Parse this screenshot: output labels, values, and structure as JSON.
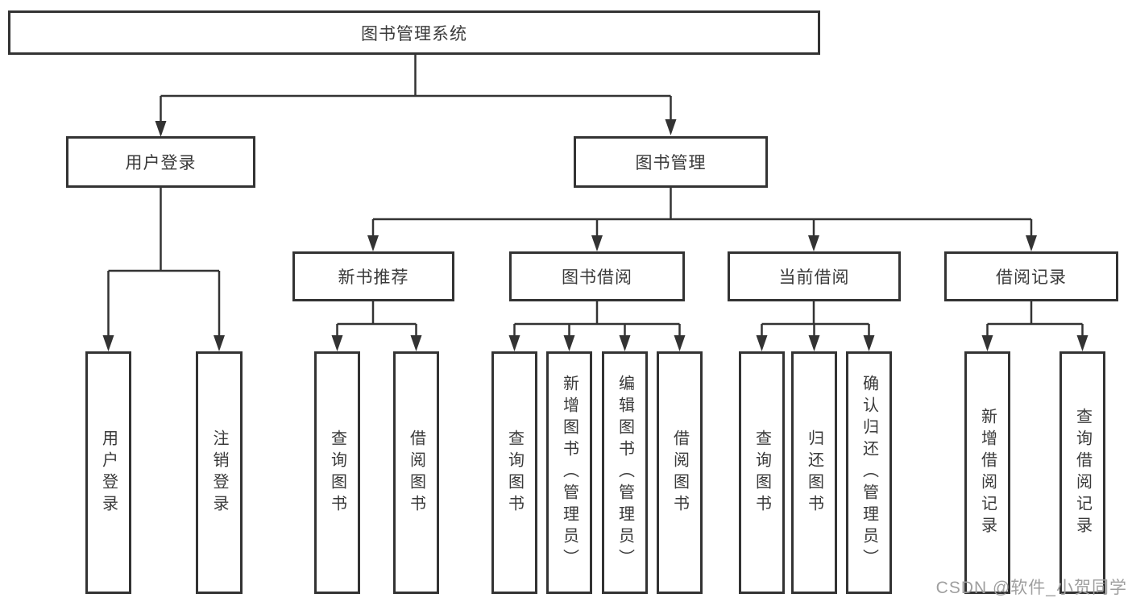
{
  "colors": {
    "background": "#ffffff",
    "line": "#333333",
    "box_border": "#333333",
    "text": "#3a3a3a",
    "watermark": "#9f9f9f"
  },
  "tree": {
    "root": {
      "label": "图书管理系统"
    },
    "branches": [
      {
        "label": "用户登录",
        "children": [
          {
            "label": "用户登录"
          },
          {
            "label": "注销登录"
          }
        ]
      },
      {
        "label": "图书管理",
        "children": [
          {
            "label": "新书推荐",
            "children": [
              {
                "label": "查询图书"
              },
              {
                "label": "借阅图书"
              }
            ]
          },
          {
            "label": "图书借阅",
            "children": [
              {
                "label": "查询图书"
              },
              {
                "label": "新增图书（管理员）"
              },
              {
                "label": "编辑图书（管理员）"
              },
              {
                "label": "借阅图书"
              }
            ]
          },
          {
            "label": "当前借阅",
            "children": [
              {
                "label": "查询图书"
              },
              {
                "label": "归还图书"
              },
              {
                "label": "确认归还（管理员）"
              }
            ]
          },
          {
            "label": "借阅记录",
            "children": [
              {
                "label": "新增借阅记录"
              },
              {
                "label": "查询借阅记录"
              }
            ]
          }
        ]
      }
    ]
  },
  "watermark": {
    "text": "CSDN @软件_小贺同学"
  }
}
